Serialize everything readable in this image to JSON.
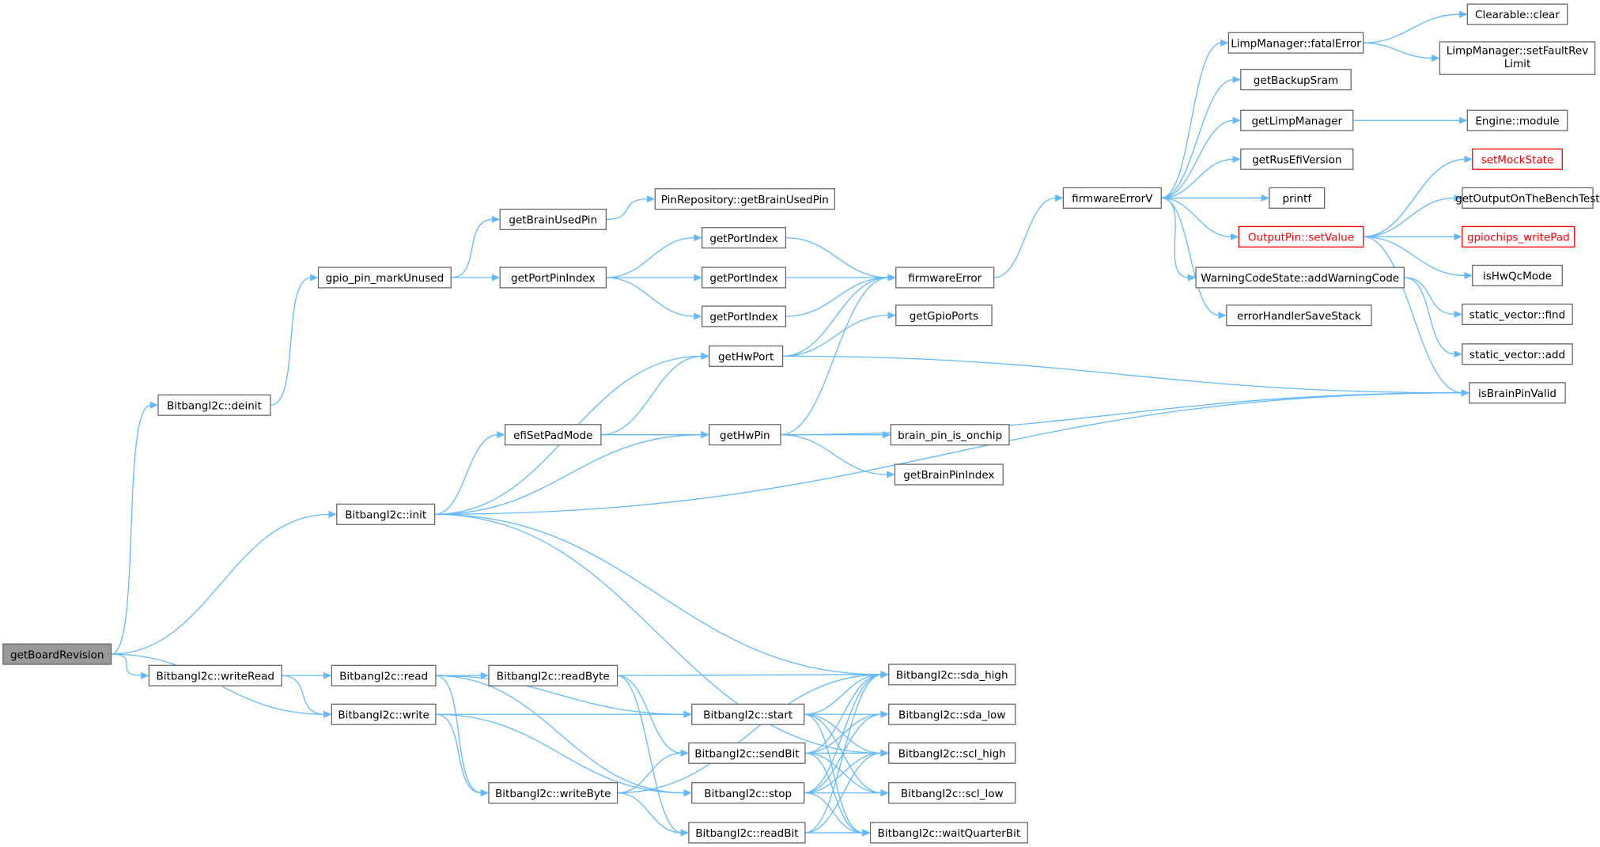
{
  "diagram": {
    "title": "",
    "colors": {
      "edge": "#63b8ff",
      "node_border": "#666666",
      "root_fill": "#999999",
      "highlight_border": "#ff0000"
    },
    "nodes": [
      {
        "id": "getBoardRevision",
        "label": "getBoardRevision",
        "style": "root"
      },
      {
        "id": "deinit",
        "label": "BitbangI2c::deinit"
      },
      {
        "id": "gpio_pin_markUnused",
        "label": "gpio_pin_markUnused"
      },
      {
        "id": "getBrainUsedPin",
        "label": "getBrainUsedPin"
      },
      {
        "id": "PinRepository_getBrainUsedPin",
        "label": "PinRepository::getBrainUsedPin"
      },
      {
        "id": "getPortPinIndex",
        "label": "getPortPinIndex"
      },
      {
        "id": "getPortIndex_1",
        "label": "getPortIndex"
      },
      {
        "id": "getPortIndex_2",
        "label": "getPortIndex"
      },
      {
        "id": "getPortIndex_3",
        "label": "getPortIndex"
      },
      {
        "id": "firmwareError",
        "label": "firmwareError"
      },
      {
        "id": "firmwareErrorV",
        "label": "firmwareErrorV"
      },
      {
        "id": "fatalError",
        "label": "LimpManager::fatalError"
      },
      {
        "id": "clear",
        "label": "Clearable::clear"
      },
      {
        "id": "setFaultRevLimit",
        "label": "LimpManager::setFaultRev",
        "label2": "Limit"
      },
      {
        "id": "getBackupSram",
        "label": "getBackupSram"
      },
      {
        "id": "getLimpManager",
        "label": "getLimpManager"
      },
      {
        "id": "engine_module",
        "label": "Engine::module"
      },
      {
        "id": "getRusEfiVersion",
        "label": "getRusEfiVersion"
      },
      {
        "id": "printf",
        "label": "printf"
      },
      {
        "id": "setValue",
        "label": "OutputPin::setValue",
        "style": "red"
      },
      {
        "id": "setMockState",
        "label": "setMockState",
        "style": "red"
      },
      {
        "id": "getOutputOnTheBenchTest",
        "label": "getOutputOnTheBenchTest"
      },
      {
        "id": "gpiochips_writePad",
        "label": "gpiochips_writePad",
        "style": "red"
      },
      {
        "id": "isHwQcMode",
        "label": "isHwQcMode"
      },
      {
        "id": "addWarningCode",
        "label": "WarningCodeState::addWarningCode"
      },
      {
        "id": "static_vector_find",
        "label": "static_vector::find"
      },
      {
        "id": "static_vector_add",
        "label": "static_vector::add"
      },
      {
        "id": "errorHandlerSaveStack",
        "label": "errorHandlerSaveStack"
      },
      {
        "id": "isBrainPinValid",
        "label": "isBrainPinValid"
      },
      {
        "id": "getGpioPorts",
        "label": "getGpioPorts"
      },
      {
        "id": "getHwPort",
        "label": "getHwPort"
      },
      {
        "id": "efiSetPadMode",
        "label": "efiSetPadMode"
      },
      {
        "id": "getHwPin",
        "label": "getHwPin"
      },
      {
        "id": "brain_pin_is_onchip",
        "label": "brain_pin_is_onchip"
      },
      {
        "id": "getBrainPinIndex",
        "label": "getBrainPinIndex"
      },
      {
        "id": "init",
        "label": "BitbangI2c::init"
      },
      {
        "id": "writeRead",
        "label": "BitbangI2c::writeRead"
      },
      {
        "id": "read",
        "label": "BitbangI2c::read"
      },
      {
        "id": "readByte",
        "label": "BitbangI2c::readByte"
      },
      {
        "id": "write",
        "label": "BitbangI2c::write"
      },
      {
        "id": "start",
        "label": "BitbangI2c::start"
      },
      {
        "id": "sendBit",
        "label": "BitbangI2c::sendBit"
      },
      {
        "id": "writeByte",
        "label": "BitbangI2c::writeByte"
      },
      {
        "id": "stop",
        "label": "BitbangI2c::stop"
      },
      {
        "id": "readBit",
        "label": "BitbangI2c::readBit"
      },
      {
        "id": "sda_high",
        "label": "BitbangI2c::sda_high"
      },
      {
        "id": "sda_low",
        "label": "BitbangI2c::sda_low"
      },
      {
        "id": "scl_high",
        "label": "BitbangI2c::scl_high"
      },
      {
        "id": "scl_low",
        "label": "BitbangI2c::scl_low"
      },
      {
        "id": "waitQuarterBit",
        "label": "BitbangI2c::waitQuarterBit"
      }
    ],
    "edges": [
      [
        "getBoardRevision",
        "deinit"
      ],
      [
        "getBoardRevision",
        "init"
      ],
      [
        "getBoardRevision",
        "writeRead"
      ],
      [
        "getBoardRevision",
        "write"
      ],
      [
        "deinit",
        "gpio_pin_markUnused"
      ],
      [
        "gpio_pin_markUnused",
        "getBrainUsedPin"
      ],
      [
        "gpio_pin_markUnused",
        "getPortPinIndex"
      ],
      [
        "getBrainUsedPin",
        "PinRepository_getBrainUsedPin"
      ],
      [
        "getPortPinIndex",
        "getPortIndex_1"
      ],
      [
        "getPortPinIndex",
        "getPortIndex_2"
      ],
      [
        "getPortPinIndex",
        "getPortIndex_3"
      ],
      [
        "getPortIndex_1",
        "firmwareError"
      ],
      [
        "getPortIndex_2",
        "firmwareError"
      ],
      [
        "getPortIndex_3",
        "firmwareError"
      ],
      [
        "firmwareError",
        "firmwareErrorV"
      ],
      [
        "firmwareErrorV",
        "fatalError"
      ],
      [
        "firmwareErrorV",
        "getBackupSram"
      ],
      [
        "firmwareErrorV",
        "getLimpManager"
      ],
      [
        "firmwareErrorV",
        "getRusEfiVersion"
      ],
      [
        "firmwareErrorV",
        "printf"
      ],
      [
        "firmwareErrorV",
        "setValue"
      ],
      [
        "firmwareErrorV",
        "addWarningCode"
      ],
      [
        "firmwareErrorV",
        "errorHandlerSaveStack"
      ],
      [
        "fatalError",
        "clear"
      ],
      [
        "fatalError",
        "setFaultRevLimit"
      ],
      [
        "getLimpManager",
        "engine_module"
      ],
      [
        "setValue",
        "setMockState"
      ],
      [
        "setValue",
        "getOutputOnTheBenchTest"
      ],
      [
        "setValue",
        "gpiochips_writePad"
      ],
      [
        "setValue",
        "isHwQcMode"
      ],
      [
        "setValue",
        "isBrainPinValid"
      ],
      [
        "addWarningCode",
        "static_vector_find"
      ],
      [
        "addWarningCode",
        "static_vector_add"
      ],
      [
        "getHwPort",
        "firmwareError"
      ],
      [
        "getHwPort",
        "getGpioPorts"
      ],
      [
        "getHwPort",
        "isBrainPinValid"
      ],
      [
        "getHwPin",
        "firmwareError"
      ],
      [
        "getHwPin",
        "isBrainPinValid"
      ],
      [
        "getHwPin",
        "brain_pin_is_onchip"
      ],
      [
        "getHwPin",
        "getBrainPinIndex"
      ],
      [
        "efiSetPadMode",
        "getHwPort"
      ],
      [
        "efiSetPadMode",
        "getHwPin"
      ],
      [
        "init",
        "getHwPort"
      ],
      [
        "init",
        "efiSetPadMode"
      ],
      [
        "init",
        "getHwPin"
      ],
      [
        "init",
        "isBrainPinValid"
      ],
      [
        "init",
        "sda_high"
      ],
      [
        "init",
        "scl_high"
      ],
      [
        "writeRead",
        "read"
      ],
      [
        "writeRead",
        "write"
      ],
      [
        "read",
        "readByte"
      ],
      [
        "read",
        "start"
      ],
      [
        "read",
        "writeByte"
      ],
      [
        "read",
        "stop"
      ],
      [
        "readByte",
        "sda_high"
      ],
      [
        "readByte",
        "sendBit"
      ],
      [
        "readByte",
        "readBit"
      ],
      [
        "write",
        "start"
      ],
      [
        "write",
        "writeByte"
      ],
      [
        "write",
        "stop"
      ],
      [
        "start",
        "sda_high"
      ],
      [
        "start",
        "sda_low"
      ],
      [
        "start",
        "scl_high"
      ],
      [
        "start",
        "scl_low"
      ],
      [
        "start",
        "waitQuarterBit"
      ],
      [
        "sendBit",
        "sda_high"
      ],
      [
        "sendBit",
        "sda_low"
      ],
      [
        "sendBit",
        "scl_high"
      ],
      [
        "sendBit",
        "scl_low"
      ],
      [
        "sendBit",
        "waitQuarterBit"
      ],
      [
        "writeByte",
        "sda_high"
      ],
      [
        "writeByte",
        "sendBit"
      ],
      [
        "writeByte",
        "readBit"
      ],
      [
        "stop",
        "sda_high"
      ],
      [
        "stop",
        "sda_low"
      ],
      [
        "stop",
        "scl_high"
      ],
      [
        "stop",
        "scl_low"
      ],
      [
        "stop",
        "waitQuarterBit"
      ],
      [
        "readBit",
        "sda_high"
      ],
      [
        "readBit",
        "scl_high"
      ],
      [
        "readBit",
        "waitQuarterBit"
      ]
    ]
  }
}
